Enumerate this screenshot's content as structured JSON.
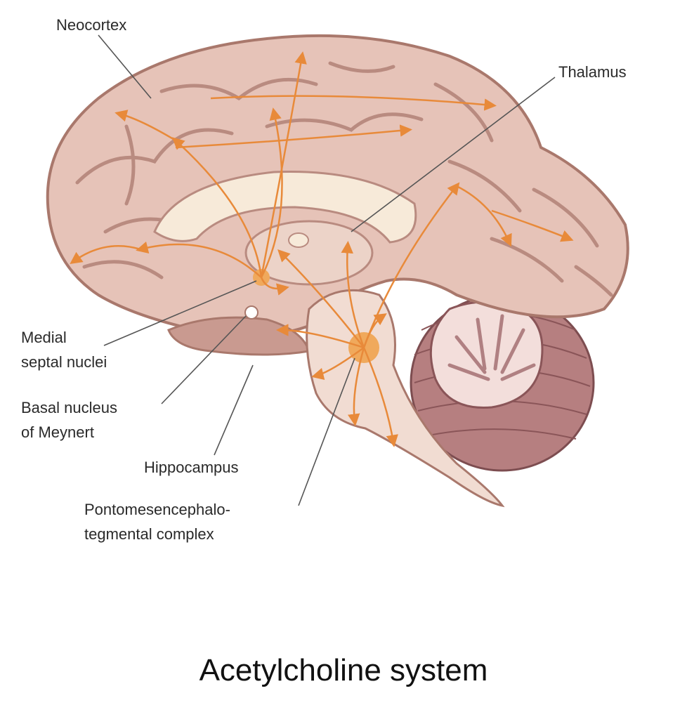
{
  "labels": {
    "neocortex": "Neocortex",
    "thalamus": "Thalamus",
    "medial_septal_nuclei": [
      "Medial",
      "septal nuclei"
    ],
    "basal_nucleus": [
      "Basal nucleus",
      "of Meynert"
    ],
    "hippocampus": "Hippocampus",
    "pontomesencephalo": [
      "Pontomesencephalo-",
      "tegmental complex"
    ]
  },
  "caption": "Acetylcholine system",
  "colors": {
    "cortex": "#e6c3b8",
    "cortex_dark": "#a9786c",
    "corpus_callosum": "#f7ead9",
    "brainstem": "#f1dcd2",
    "cerebellum": "#b67f80",
    "pathway": "#e88a3a",
    "leader": "#555555"
  }
}
